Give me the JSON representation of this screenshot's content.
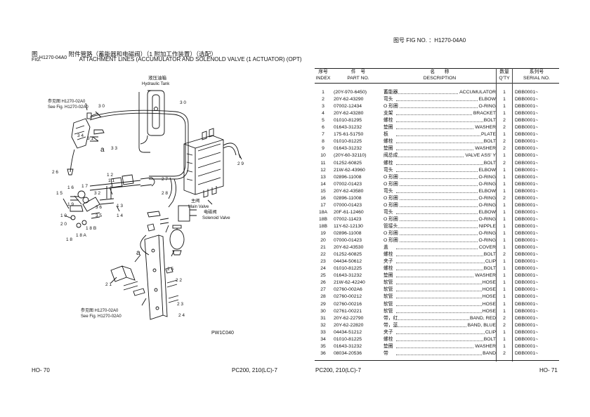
{
  "header": {
    "fig_no": "图号  FIG NO.  ：H1270-04A0"
  },
  "title": {
    "prefix_cn": "图",
    "fig_label": "FIG.",
    "fig_no": "H1270-04A0",
    "cn": "附件管路（蓄能器和电磁阀）（1 附加工作装置）（选配）",
    "en": "ATTACHMENT LINES (ACCUMULATOR AND SOLENOLD VALVE (1 ACTUATOR) (OPT)"
  },
  "diagram": {
    "labels": {
      "hydraulic_tank_cn": "液压油箱",
      "hydraulic_tank_en": "Hydraulic Tank",
      "see_fig_top_cn": "参见图 H1270-02A0",
      "see_fig_top_en": "See Fig. H1270-02A0",
      "main_valve_cn": "主阀",
      "main_valve_en": "Main Valve",
      "solenoid_cn": "电磁阀",
      "solenoid_en": "Solenoid Valve",
      "see_fig_bot_cn": "参见图 H1270-02A0",
      "see_fig_bot_en": "See Fig. H1270-02A0",
      "code": "PW1C040",
      "a_top": "a",
      "a_bottom": "a"
    },
    "callouts": [
      "3 0",
      "3 4",
      "3 1",
      "3 3",
      "2 6",
      "1 5",
      "1 6",
      "1 7",
      "1 0",
      "2 0",
      "1 8 A",
      "1 8",
      "1 8 B",
      "1 9",
      "1 2",
      "1 1",
      "3 2",
      "3 6",
      "3 5",
      "1 3",
      "1 4",
      "3 0",
      "2 7",
      "2 9",
      "2 8",
      "2 5",
      "2 2",
      "2 3",
      "2 4",
      "2 1"
    ]
  },
  "table": {
    "headers": {
      "idx_cn": "序号",
      "idx_en": "INDEX",
      "part_cn": "件　号",
      "part_en": "PART NO.",
      "desc_cn": "名　　称",
      "desc_en": "DESCRIPTION",
      "qty_cn": "数量",
      "qty_en": "Q'TY",
      "ser_cn": "系列号",
      "ser_en": "SERIAL NO."
    },
    "rows": [
      {
        "idx": "1",
        "part": "(20Y-970-6450)",
        "cn": "蓄能器",
        "en": "ACCUMULATOR",
        "qty": "1",
        "ser": "DBB0001~"
      },
      {
        "idx": "2",
        "part": "20Y-62-43290",
        "cn": "弯头",
        "en": "ELBOW",
        "qty": "1",
        "ser": "DBB0001~"
      },
      {
        "idx": "3",
        "part": "07002-12434",
        "cn": "O 形圈",
        "en": "O-RING",
        "qty": "1",
        "ser": "DBB0001~"
      },
      {
        "idx": "4",
        "part": "20Y-62-43280",
        "cn": "支架",
        "en": "BRACKET",
        "qty": "1",
        "ser": "DBB0001~"
      },
      {
        "idx": "5",
        "part": "01010-81295",
        "cn": "螺栓",
        "en": "BOLT",
        "qty": "2",
        "ser": "DBB0001~"
      },
      {
        "idx": "6",
        "part": "01643-31232",
        "cn": "垫圈",
        "en": "WASHER",
        "qty": "2",
        "ser": "DBB0001~"
      },
      {
        "idx": "7",
        "part": "175-61-51750",
        "cn": "板",
        "en": "PLATE",
        "qty": "1",
        "ser": "DBB0001~"
      },
      {
        "idx": "8",
        "part": "01010-81225",
        "cn": "螺栓",
        "en": "BOLT",
        "qty": "2",
        "ser": "DBB0001~"
      },
      {
        "idx": "9",
        "part": "01643-31232",
        "cn": "垫圈",
        "en": "WASHER",
        "qty": "2",
        "ser": "DBB0001~"
      },
      {
        "idx": "10",
        "part": "(20Y-60-32110)",
        "cn": "阀总成",
        "en": "VALVE ASS' Y",
        "qty": "1",
        "ser": "DBB0001~"
      },
      {
        "idx": "11",
        "part": "01252-60825",
        "cn": "螺栓",
        "en": "BOLT",
        "qty": "2",
        "ser": "DBB0001~"
      },
      {
        "idx": "12",
        "part": "21W-62-43960",
        "cn": "弯头",
        "en": "ELBOW",
        "qty": "1",
        "ser": "DBB0001~"
      },
      {
        "idx": "13",
        "part": "02896-11008",
        "cn": "O 形圈",
        "en": "O-RING",
        "qty": "1",
        "ser": "DBB0001~"
      },
      {
        "idx": "14",
        "part": "07002-01423",
        "cn": "O 形圈",
        "en": "O-RING",
        "qty": "1",
        "ser": "DBB0001~"
      },
      {
        "idx": "15",
        "part": "20Y-62-43580",
        "cn": "弯头",
        "en": "ELBOW",
        "qty": "1",
        "ser": "DBB0001~"
      },
      {
        "idx": "16",
        "part": "02896-11008",
        "cn": "O 形圈",
        "en": "O-RING",
        "qty": "2",
        "ser": "DBB0001~"
      },
      {
        "idx": "17",
        "part": "07000-01423",
        "cn": "O 形圈",
        "en": "O-RING",
        "qty": "1",
        "ser": "DBB0001~"
      },
      {
        "idx": "18A",
        "part": "20F-61-12460",
        "cn": "弯头",
        "en": "ELBOW",
        "qty": "1",
        "ser": "DBB0001~"
      },
      {
        "idx": "18B",
        "part": "07002-11423",
        "cn": "O 形圈",
        "en": "O-RING",
        "qty": "1",
        "ser": "DBB0001~"
      },
      {
        "idx": "18B",
        "part": "11Y-62-12130",
        "cn": "管接头",
        "en": "NIPPLE",
        "qty": "1",
        "ser": "DBB0001~"
      },
      {
        "idx": "19",
        "part": "02896-11008",
        "cn": "O 形圈",
        "en": "O-RING",
        "qty": "1",
        "ser": "DBB0001~"
      },
      {
        "idx": "20",
        "part": "07000-01423",
        "cn": "O 形圈",
        "en": "O-RING",
        "qty": "1",
        "ser": "DBB0001~"
      },
      {
        "idx": "21",
        "part": "20Y-62-43530",
        "cn": "盖",
        "en": "COVER",
        "qty": "1",
        "ser": "DBB0001~"
      },
      {
        "idx": "22",
        "part": "01252-60825",
        "cn": "螺栓",
        "en": "BOLT",
        "qty": "2",
        "ser": "DBB0001~"
      },
      {
        "idx": "23",
        "part": "04434-50612",
        "cn": "夹子",
        "en": "CLIP",
        "qty": "1",
        "ser": "DBB0001~"
      },
      {
        "idx": "24",
        "part": "01010-81225",
        "cn": "螺栓",
        "en": "BOLT",
        "qty": "1",
        "ser": "DBB0001~"
      },
      {
        "idx": "25",
        "part": "01643-31232",
        "cn": "垫圈",
        "en": "WASHER",
        "qty": "1",
        "ser": "DBB0001~"
      },
      {
        "idx": "26",
        "part": "21W-62-42240",
        "cn": "软管",
        "en": "HOSE",
        "qty": "1",
        "ser": "DBB0001~"
      },
      {
        "idx": "27",
        "part": "02760-002A6",
        "cn": "软管",
        "en": "HOSE",
        "qty": "1",
        "ser": "DBB0001~"
      },
      {
        "idx": "28",
        "part": "02760-00212",
        "cn": "软管",
        "en": "HOSE",
        "qty": "1",
        "ser": "DBB0001~"
      },
      {
        "idx": "29",
        "part": "02760-00216",
        "cn": "软管",
        "en": "HOSE",
        "qty": "1",
        "ser": "DBB0001~"
      },
      {
        "idx": "30",
        "part": "02761-00221",
        "cn": "软管",
        "en": "HOSE",
        "qty": "1",
        "ser": "DBB0001~"
      },
      {
        "idx": "31",
        "part": "20Y-62-22790",
        "cn": "带，红",
        "en": "BAND, RED",
        "qty": "2",
        "ser": "DBB0001~"
      },
      {
        "idx": "32",
        "part": "20Y-62-22820",
        "cn": "带，蓝",
        "en": "BAND, BLUE",
        "qty": "2",
        "ser": "DBB0001~"
      },
      {
        "idx": "33",
        "part": "04434-51212",
        "cn": "夹子",
        "en": "CLIP",
        "qty": "1",
        "ser": "DBB0001~"
      },
      {
        "idx": "34",
        "part": "01010-81225",
        "cn": "螺栓",
        "en": "BOLT",
        "qty": "1",
        "ser": "DBB0001~"
      },
      {
        "idx": "35",
        "part": "01643-31232",
        "cn": "垫圈",
        "en": "WASHER",
        "qty": "1",
        "ser": "DBB0001~"
      },
      {
        "idx": "36",
        "part": "08034-20536",
        "cn": "带",
        "en": "BAND",
        "qty": "2",
        "ser": "DBB0001~"
      }
    ]
  },
  "footer": {
    "left_page": "HO- 70",
    "left_model": "PC200, 210(LC)-7",
    "right_model": "PC200, 210(LC)-7",
    "right_page": "HO- 71"
  }
}
